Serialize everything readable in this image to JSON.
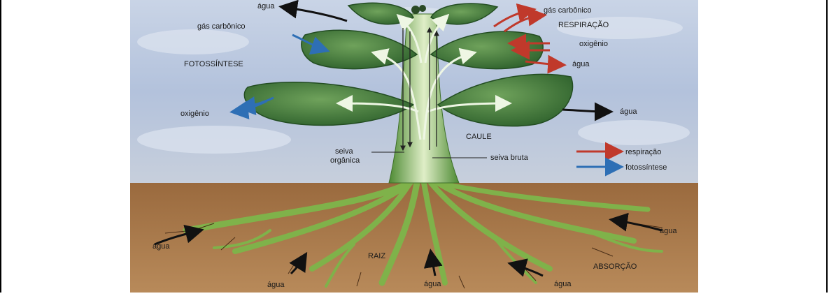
{
  "labels": {
    "agua": "água",
    "gas_carbonico": "gás carbônico",
    "fotossintese_title": "FOTOSSÍNTESE",
    "respiracao_title": "RESPIRAÇÃO",
    "oxigenio": "oxigênio",
    "caule": "CAULE",
    "seiva": "seiva",
    "organica": "orgânica",
    "seiva_bruta": "seiva bruta",
    "raiz": "RAIZ",
    "absorcao": "ABSORÇÃO"
  },
  "legend": {
    "respiracao": "respiração",
    "fotossintese": "fotossíntese"
  },
  "colors": {
    "respiration_arrow": "#c0392b",
    "photosynthesis_arrow": "#2e6fb5",
    "water_arrow": "#111111",
    "leaf": "#3f7a3a",
    "stem": "#5e9a3c",
    "soil": "#8a5a34",
    "sky": "#b9c7de"
  }
}
